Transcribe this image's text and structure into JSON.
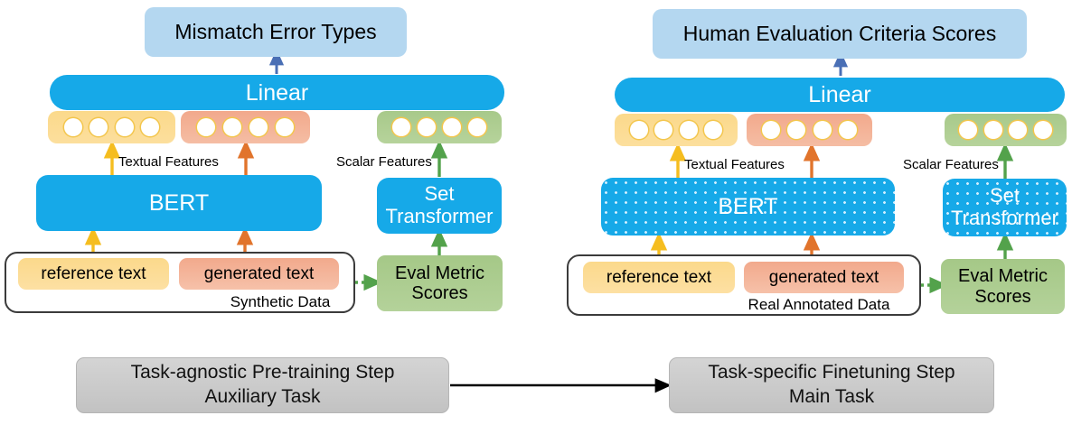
{
  "panels": [
    {
      "id": "pretraining",
      "output_label": "Mismatch Error Types",
      "linear_label": "Linear",
      "encoder_text_label": "BERT",
      "encoder_scalar_label": "Set\nTransformer",
      "encoder_scalar_line1": "Set",
      "encoder_scalar_line2": "Transformer",
      "textual_features_label": "Textual Features",
      "scalar_features_label": "Scalar Features",
      "data_container_label": "Synthetic Data",
      "reference_chip": "reference text",
      "generated_chip": "generated text",
      "metric_box_line1": "Eval Metric",
      "metric_box_line2": "Scores",
      "token_counts": {
        "textual_a": 4,
        "textual_b": 4,
        "scalar": 4
      },
      "hatched": false
    },
    {
      "id": "finetuning",
      "output_label": "Human Evaluation Criteria Scores",
      "linear_label": "Linear",
      "encoder_text_label": "BERT",
      "encoder_scalar_label": "Set\nTransformer",
      "encoder_scalar_line1": "Set",
      "encoder_scalar_line2": "Transformer",
      "textual_features_label": "Textual Features",
      "scalar_features_label": "Scalar Features",
      "data_container_label": "Real Annotated Data",
      "reference_chip": "reference text",
      "generated_chip": "generated text",
      "metric_box_line1": "Eval Metric",
      "metric_box_line2": "Scores",
      "token_counts": {
        "textual_a": 4,
        "textual_b": 4,
        "scalar": 4
      },
      "hatched": true
    }
  ],
  "steps": [
    {
      "id": "left-step",
      "line1": "Task-agnostic Pre-training Step",
      "line2": "Auxiliary Task"
    },
    {
      "id": "right-step",
      "line1": "Task-specific Finetuning Step",
      "line2": "Main Task"
    }
  ],
  "colors": {
    "output_box": "#b4d7f0",
    "linear_bar": "#16a9e8",
    "encoder": "#16a9e8",
    "token_yellow": "#fbd98b",
    "token_orange": "#f2a98c",
    "token_green": "#a8c98a",
    "metric_green": "#a5c887",
    "step_gray": "#c9c9c9",
    "arrow_yellow": "#f5bd1f",
    "arrow_orange": "#e1742c",
    "arrow_green": "#53a24b",
    "arrow_blue": "#4a6fb5",
    "arrow_black": "#000000"
  }
}
